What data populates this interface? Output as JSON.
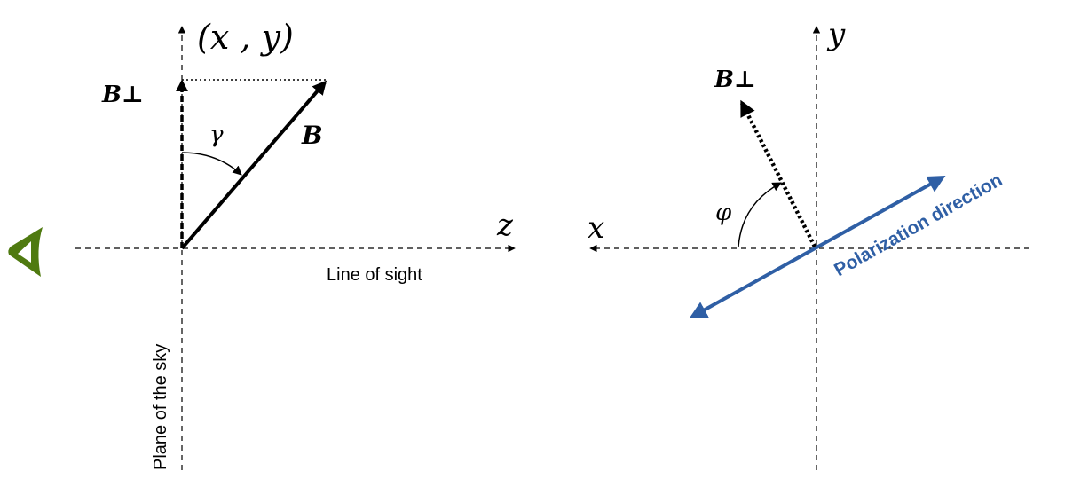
{
  "left_panel": {
    "top_label": "(x , y)",
    "z_label": "z",
    "b_perp_label": "B⊥",
    "b_label": "B",
    "gamma_label": "γ",
    "line_of_sight_label": "Line of sight",
    "plane_of_sky_label": "Plane of the sky",
    "observer_icon": "eye-icon"
  },
  "right_panel": {
    "y_label": "y",
    "x_label": "x",
    "b_perp_label": "B⊥",
    "phi_label": "φ",
    "polarization_label": "Polarization direction"
  },
  "colors": {
    "observer": "#4f7a10",
    "polarization": "#2f5fa5",
    "ink": "#000000"
  }
}
